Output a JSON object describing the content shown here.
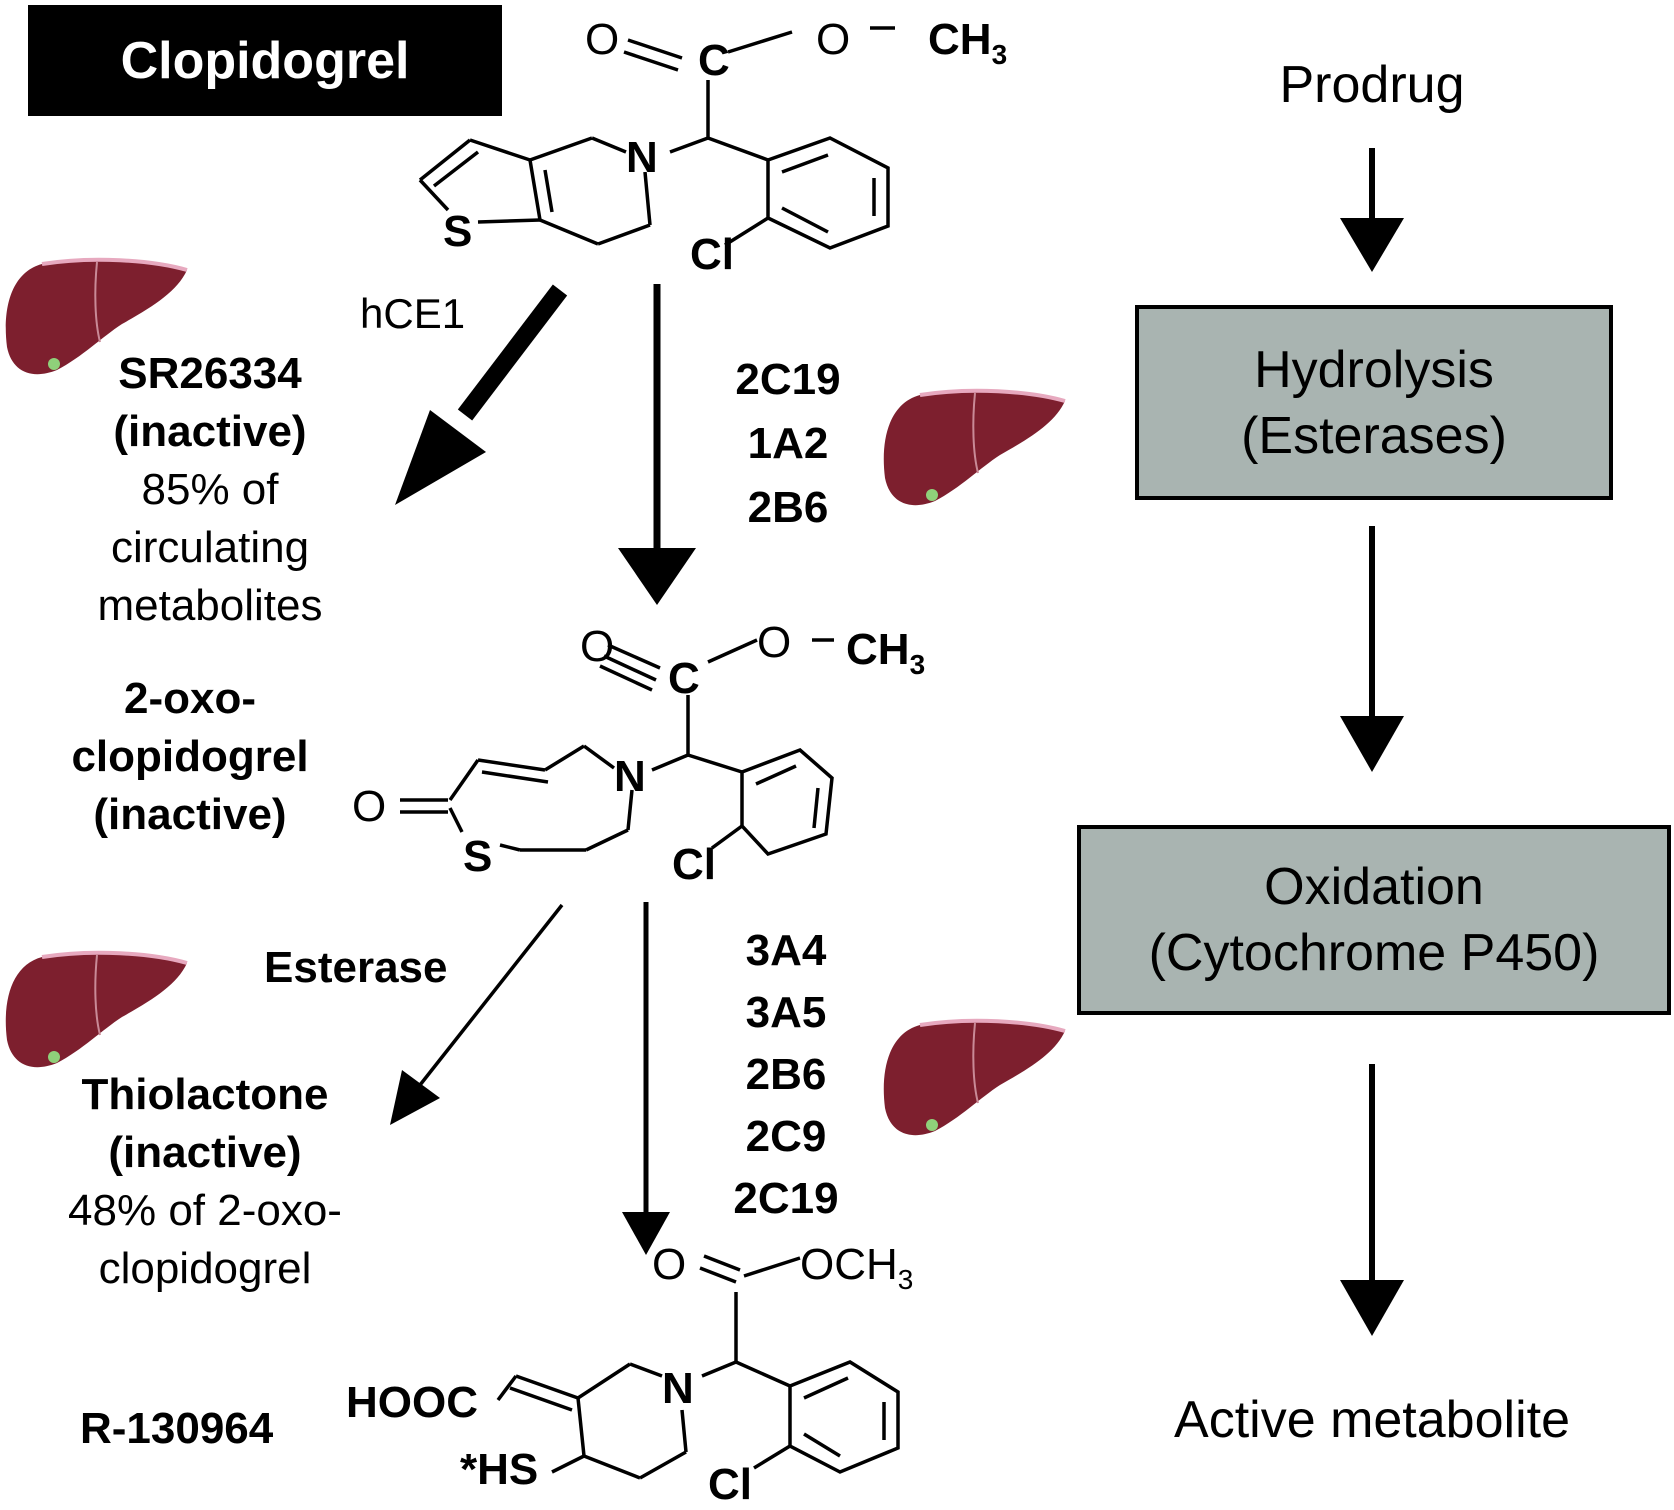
{
  "title": "Clopidogrel",
  "left_labels": {
    "hce1": "hCE1",
    "sr_name": "SR26334",
    "sr_status": "(inactive)",
    "sr_note_1": "85% of",
    "sr_note_2": "circulating",
    "sr_note_3": "metabolites",
    "oxo_1": "2-oxo-",
    "oxo_2": "clopidogrel",
    "oxo_3": "(inactive)",
    "esterase": "Esterase",
    "thio_name": "Thiolactone",
    "thio_status": "(inactive)",
    "thio_note_1": "48% of 2-oxo-",
    "thio_note_2": "clopidogrel",
    "active_id": "R-130964"
  },
  "enzymes_step1": [
    "2C19",
    "1A2",
    "2B6"
  ],
  "enzymes_step2": [
    "3A4",
    "3A5",
    "2B6",
    "2C9",
    "2C19"
  ],
  "right_flow": {
    "prodrug": "Prodrug",
    "hydrolysis_1": "Hydrolysis",
    "hydrolysis_2": "(Esterases)",
    "oxidation_1": "Oxidation",
    "oxidation_2": "(Cytochrome P450)",
    "active": "Active metabolite"
  },
  "atoms": {
    "o": "O",
    "c": "C",
    "n": "N",
    "s": "S",
    "cl": "Cl",
    "ch3": "CH",
    "sub3": "3",
    "och3": "OCH",
    "hooc": "HOOC",
    "hs": "*HS",
    "o_eq": "O"
  },
  "colors": {
    "box_fill": "#a9b4b1",
    "liver": "#7d1f2e",
    "liver_rim": "#e7a9bf",
    "gall": "#8fd07a"
  }
}
